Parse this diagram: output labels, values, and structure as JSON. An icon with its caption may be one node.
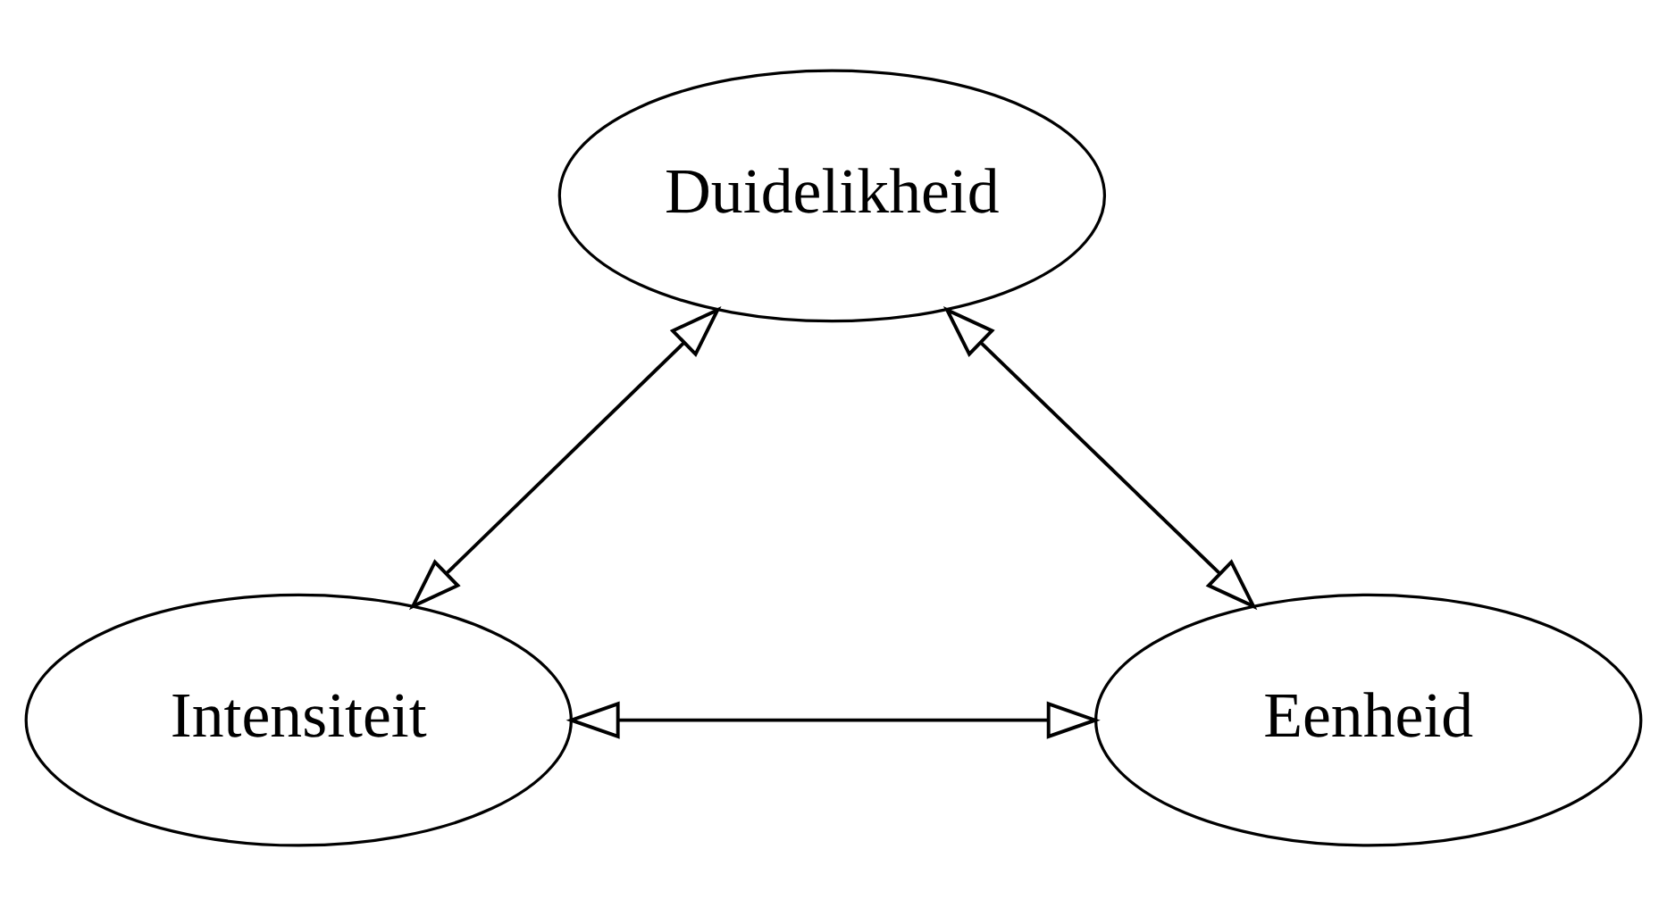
{
  "diagram": {
    "nodes": [
      {
        "text": [
          "Duidelikheid"
        ]
      },
      {
        "text": [
          "Intensiteit"
        ]
      },
      {
        "text": [
          "Eenheid"
        ]
      }
    ],
    "edges": [
      {
        "from": 0,
        "to": 1,
        "arrow": "both"
      },
      {
        "from": 0,
        "to": 2,
        "arrow": "both"
      },
      {
        "from": 1,
        "to": 2,
        "arrow": "both"
      }
    ]
  }
}
